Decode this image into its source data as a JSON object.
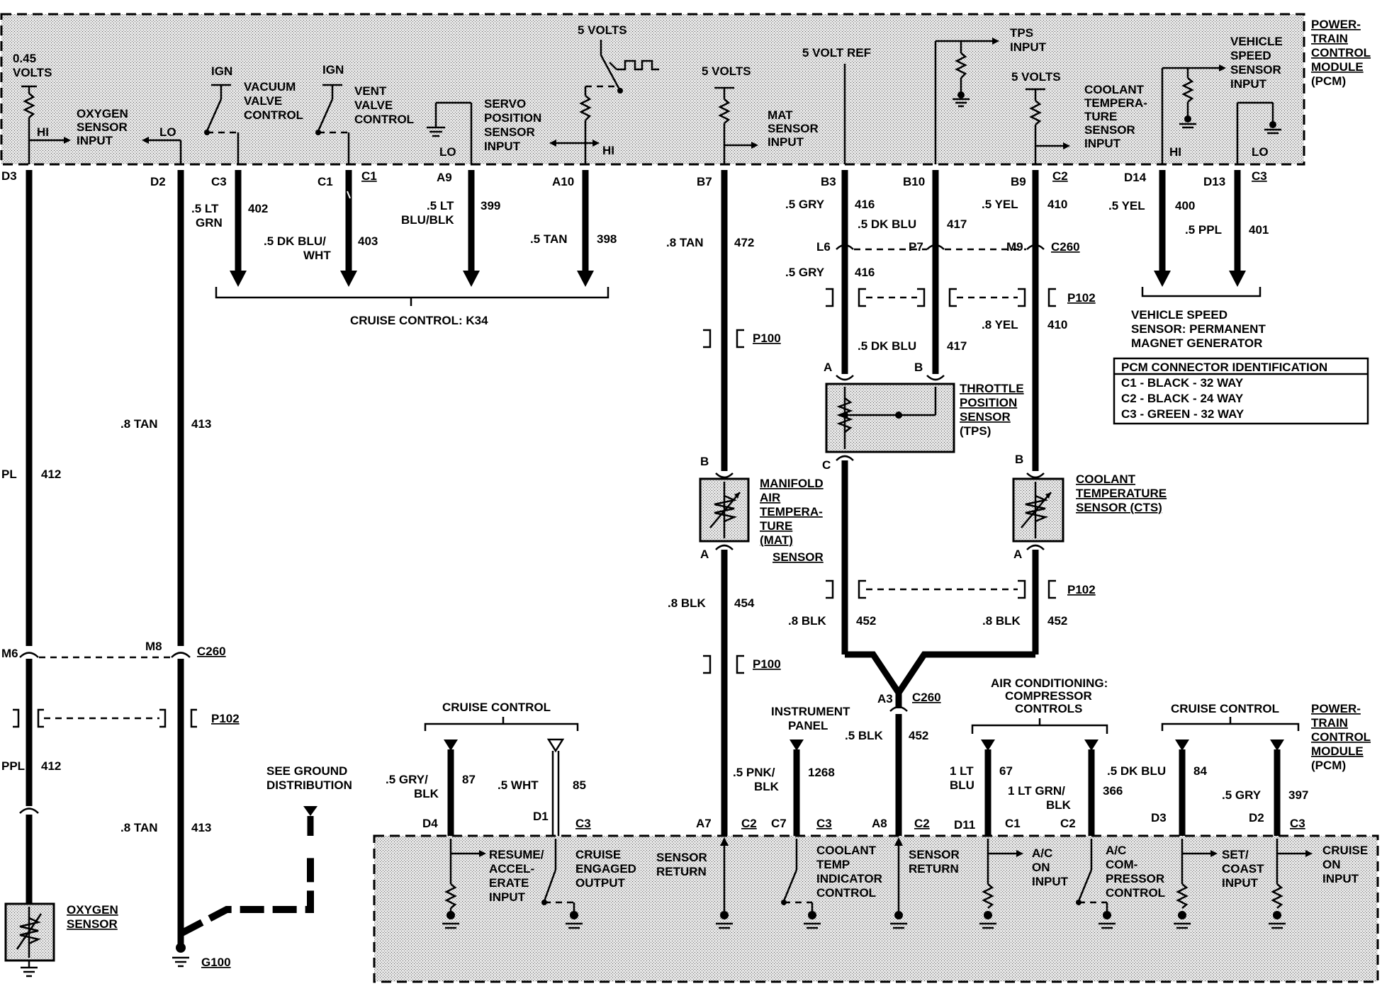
{
  "pcm_top": {
    "o2_volts": [
      "0.45",
      "VOLTS"
    ],
    "o2_label": [
      "OXYGEN",
      "SENSOR",
      "INPUT"
    ],
    "hi": "HI",
    "lo": "LO",
    "ign": "IGN",
    "vacuum_label": [
      "VACUUM",
      "VALVE",
      "CONTROL"
    ],
    "vent_label": [
      "VENT",
      "VALVE",
      "CONTROL"
    ],
    "servo_label": [
      "SERVO",
      "POSITION",
      "SENSOR",
      "INPUT"
    ],
    "five_volts": "5 VOLTS",
    "mat_input": [
      "MAT",
      "SENSOR",
      "INPUT"
    ],
    "five_volt_ref": "5 VOLT REF",
    "tps_input": [
      "TPS",
      "INPUT"
    ],
    "coolant_input": [
      "COOLANT",
      "TEMPERA-",
      "TURE",
      "SENSOR",
      "INPUT"
    ],
    "vss_input": [
      "VEHICLE",
      "SPEED",
      "SENSOR",
      "INPUT"
    ],
    "pcm_label": [
      "POWER-",
      "TRAIN",
      "CONTROL",
      "MODULE",
      "(PCM)"
    ]
  },
  "terminals_top": [
    "D3",
    "D2",
    "C3",
    "C1",
    "C1",
    "A9",
    "A10",
    "B7",
    "B3",
    "B10",
    "B9",
    "C2",
    "D14",
    "D13",
    "C3"
  ],
  "wires_top": {
    "w402": [
      ".5 LT",
      "GRN",
      "402"
    ],
    "w403": [
      ".5 DK BLU/",
      "WHT",
      "403"
    ],
    "w399": [
      ".5 LT",
      "BLU/BLK",
      "399"
    ],
    "w398": [
      ".5 TAN",
      "398"
    ],
    "w472": [
      ".8 TAN",
      "472"
    ],
    "w416": [
      ".5 GRY",
      "416"
    ],
    "w417": [
      ".5 DK BLU",
      "417"
    ],
    "w410": [
      ".5 YEL",
      "410"
    ],
    "w400": [
      ".5 YEL",
      "400"
    ],
    "w401": [
      ".5 PPL",
      "401"
    ],
    "w413": [
      ".8 TAN",
      "413"
    ],
    "w412": [
      "PL",
      "412"
    ],
    "w412b": [
      "PPL",
      "412"
    ],
    "w410b": [
      ".8 YEL",
      "410"
    ]
  },
  "connectors": {
    "l6": "L6",
    "p7": "P7",
    "m9": "M9",
    "c260": "C260",
    "p102": "P102",
    "p100": "P100",
    "m6": "M6",
    "m8": "M8",
    "a3": "A3",
    "a": "A",
    "b": "B",
    "c": "C"
  },
  "cruise_k34": "CRUISE CONTROL: K34",
  "vss_note": [
    "VEHICLE SPEED",
    "SENSOR: PERMANENT",
    "MAGNET GENERATOR"
  ],
  "pcm_conn_id": {
    "title": "PCM CONNECTOR IDENTIFICATION",
    "rows": [
      "C1 - BLACK - 32 WAY",
      "C2 - BLACK - 24 WAY",
      "C3 - GREEN - 32 WAY"
    ]
  },
  "components": {
    "tps": [
      "THROTTLE",
      "POSITION",
      "SENSOR",
      "(TPS)"
    ],
    "mat": [
      "MANIFOLD",
      "AIR",
      "TEMPERA-",
      "TURE",
      "(MAT)",
      "SENSOR"
    ],
    "cts": [
      "COOLANT",
      "TEMPERATURE",
      "SENSOR (CTS)"
    ],
    "o2": [
      "OXYGEN",
      "SENSOR"
    ],
    "ground_dist": [
      "SEE GROUND",
      "DISTRIBUTION"
    ],
    "g100": "G100"
  },
  "wires_mid": {
    "w454": [
      ".8 BLK",
      "454"
    ],
    "w452a": [
      ".8 BLK",
      "452"
    ],
    "w452b": [
      ".8 BLK",
      "452"
    ],
    "w452c": [
      ".5 BLK",
      "452"
    ]
  },
  "bottom": {
    "cruise_left": "CRUISE CONTROL",
    "instrument_panel": [
      "INSTRUMENT",
      "PANEL"
    ],
    "ac_label": [
      "AIR CONDITIONING:",
      "COMPRESSOR",
      "CONTROLS"
    ],
    "cruise_right": "CRUISE CONTROL",
    "w87": [
      ".5 GRY/",
      "BLK",
      "87"
    ],
    "w85": [
      ".5 WHT",
      "85"
    ],
    "w1268": [
      ".5 PNK/",
      "BLK",
      "1268"
    ],
    "w67": [
      "1 LT",
      "BLU",
      "67"
    ],
    "w366": [
      "1 LT GRN/",
      "BLK",
      "366"
    ],
    "w84": [
      ".5 DK BLU",
      "84"
    ],
    "w397": [
      ".5 GRY",
      "397"
    ],
    "terminals": [
      "D4",
      "D1",
      "C3",
      "A7",
      "C2",
      "C7",
      "C3",
      "A8",
      "C2",
      "D11",
      "C1",
      "C2",
      "D3",
      "D2",
      "C3"
    ],
    "resume": [
      "RESUME/",
      "ACCEL-",
      "ERATE",
      "INPUT"
    ],
    "cruise_engaged": [
      "CRUISE",
      "ENGAGED",
      "OUTPUT"
    ],
    "sensor_return": [
      "SENSOR",
      "RETURN"
    ],
    "coolant_ind": [
      "COOLANT",
      "TEMP",
      "INDICATOR",
      "CONTROL"
    ],
    "ac_on": [
      "A/C",
      "ON",
      "INPUT"
    ],
    "ac_comp": [
      "A/C",
      "COM-",
      "PRESSOR",
      "CONTROL"
    ],
    "set_coast": [
      "SET/",
      "COAST",
      "INPUT"
    ],
    "cruise_on": [
      "CRUISE",
      "ON",
      "INPUT"
    ]
  }
}
